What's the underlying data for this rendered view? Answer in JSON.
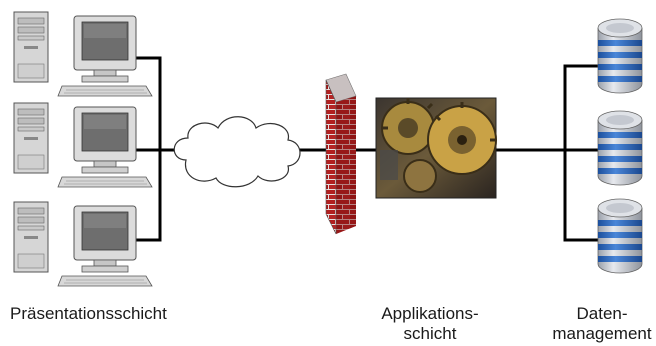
{
  "labels": {
    "presentation": "Präsentationsschicht",
    "application": "Applikations-\nschicht",
    "data": "Daten-\nmanagement"
  },
  "colors": {
    "line": "#000000",
    "monitor_body": "#d8d8d8",
    "screen": "#6e6e6e",
    "brick": "#b02020",
    "mortar": "#e8dede",
    "db_blue": "#2a63b8",
    "db_gray": "#c9ccd2"
  },
  "icons": {
    "workstation": "desktop-computer-icon",
    "network": "cloud-icon",
    "security": "firewall-icon",
    "server": "gears-icon",
    "storage": "database-icon"
  }
}
